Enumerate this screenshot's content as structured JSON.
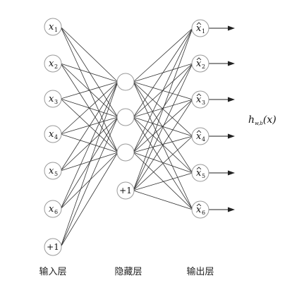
{
  "layers": {
    "input": {
      "title": "输入层",
      "nodes": [
        {
          "var": "x",
          "sub": "1"
        },
        {
          "var": "x",
          "sub": "2"
        },
        {
          "var": "x",
          "sub": "3"
        },
        {
          "var": "x",
          "sub": "4"
        },
        {
          "var": "x",
          "sub": "5"
        },
        {
          "var": "x",
          "sub": "6"
        }
      ],
      "bias": "+1"
    },
    "hidden": {
      "title": "隐藏层",
      "node_count": 3,
      "bias": "+1"
    },
    "output": {
      "title": "输出层",
      "nodes": [
        {
          "var": "x",
          "sub": "1"
        },
        {
          "var": "x",
          "sub": "2"
        },
        {
          "var": "x",
          "sub": "3"
        },
        {
          "var": "x",
          "sub": "4"
        },
        {
          "var": "x",
          "sub": "5"
        },
        {
          "var": "x",
          "sub": "6"
        }
      ]
    }
  },
  "function_label": {
    "symbol": "h",
    "sub": "w,b",
    "arg": "(x)"
  }
}
